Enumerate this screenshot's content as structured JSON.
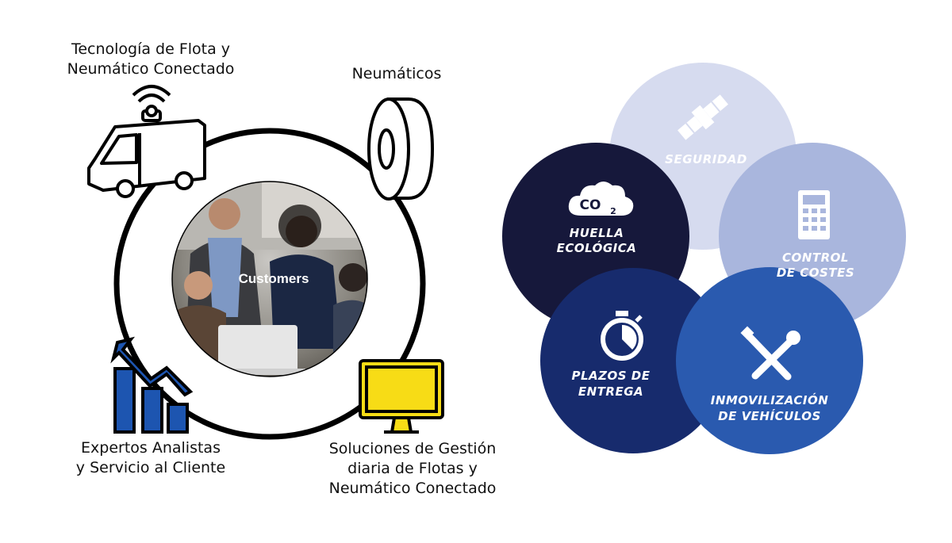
{
  "left": {
    "center_label": "Customers",
    "items": [
      {
        "lines": [
          "Tecnología de Flota y",
          "Neumático Conectado"
        ],
        "icon": "connected-van-icon"
      },
      {
        "lines": [
          "Neumáticos"
        ],
        "icon": "tire-icon"
      },
      {
        "lines": [
          "Expertos Analistas",
          "y Servicio al Cliente"
        ],
        "icon": "bar-chart-icon"
      },
      {
        "lines": [
          "Soluciones de Gestión",
          "diaria de Flotas y",
          "Neumático Conectado"
        ],
        "icon": "monitor-icon"
      }
    ]
  },
  "right": {
    "circles": [
      {
        "lines": [
          "SEGURIDAD"
        ],
        "icon": "satellite-icon",
        "color": "#d6dbef"
      },
      {
        "lines": [
          "HUELLA",
          "ECOLÓGICA"
        ],
        "icon": "co2-cloud-icon",
        "icon_text": "CO",
        "icon_sub": "2",
        "color": "#16183b"
      },
      {
        "lines": [
          "CONTROL",
          "DE COSTES"
        ],
        "icon": "calculator-icon",
        "color": "#a9b6dd"
      },
      {
        "lines": [
          "PLAZOS DE",
          "ENTREGA"
        ],
        "icon": "stopwatch-icon",
        "color": "#172b6d"
      },
      {
        "lines": [
          "INMOVILIZACIÓN",
          "DE VEHÍCULOS"
        ],
        "icon": "wrench-screwdriver-icon",
        "color": "#2a5aaf"
      }
    ]
  }
}
